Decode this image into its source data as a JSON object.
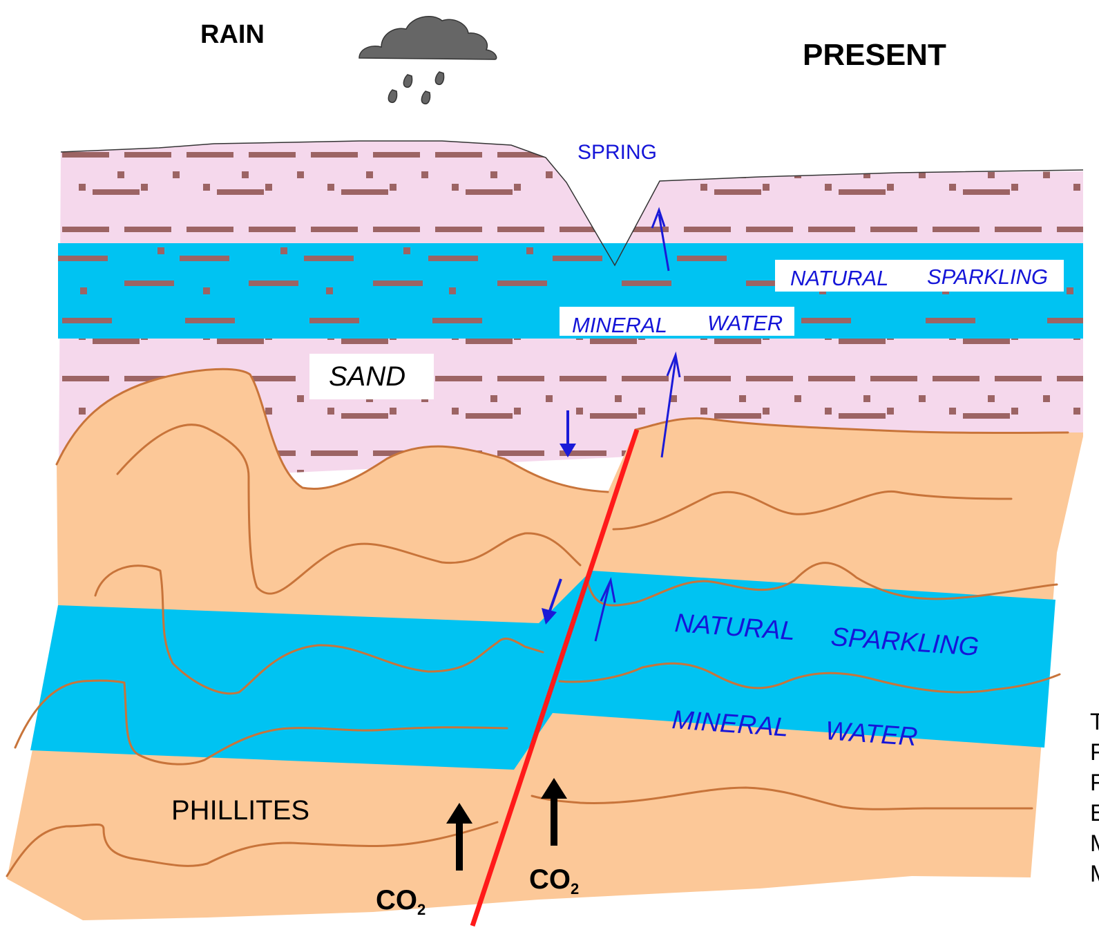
{
  "labels": {
    "rain": "RAIN",
    "present": "PRESENT",
    "spring": "SPRING",
    "upper_natural": "NATURAL",
    "upper_sparkling": "SPARKLING",
    "upper_mineral": "MINERAL",
    "upper_water": "WATER",
    "sand": "SAND",
    "lower_natural": "NATURAL",
    "lower_sparkling": "SPARKLING",
    "lower_mineral": "MINERAL",
    "lower_water": "WATER",
    "phillites": "PHILLITES",
    "co2_left_main": "CO",
    "co2_left_sub": "2",
    "co2_right_main": "CO",
    "co2_right_sub": "2"
  },
  "cutoff_letters": [
    "T",
    "F",
    "F",
    "E",
    "M",
    "M"
  ],
  "colors": {
    "sand_fill": "#f5d8ec",
    "sand_dash": "#9c6464",
    "aquifer": "#00c3f2",
    "phyllite": "#fcc898",
    "fold_line": "#c8743a",
    "fault": "#ff1a1a",
    "flow_arrow": "#1a1ad8",
    "cloud": "#666666",
    "label_blue": "#1515d8"
  }
}
